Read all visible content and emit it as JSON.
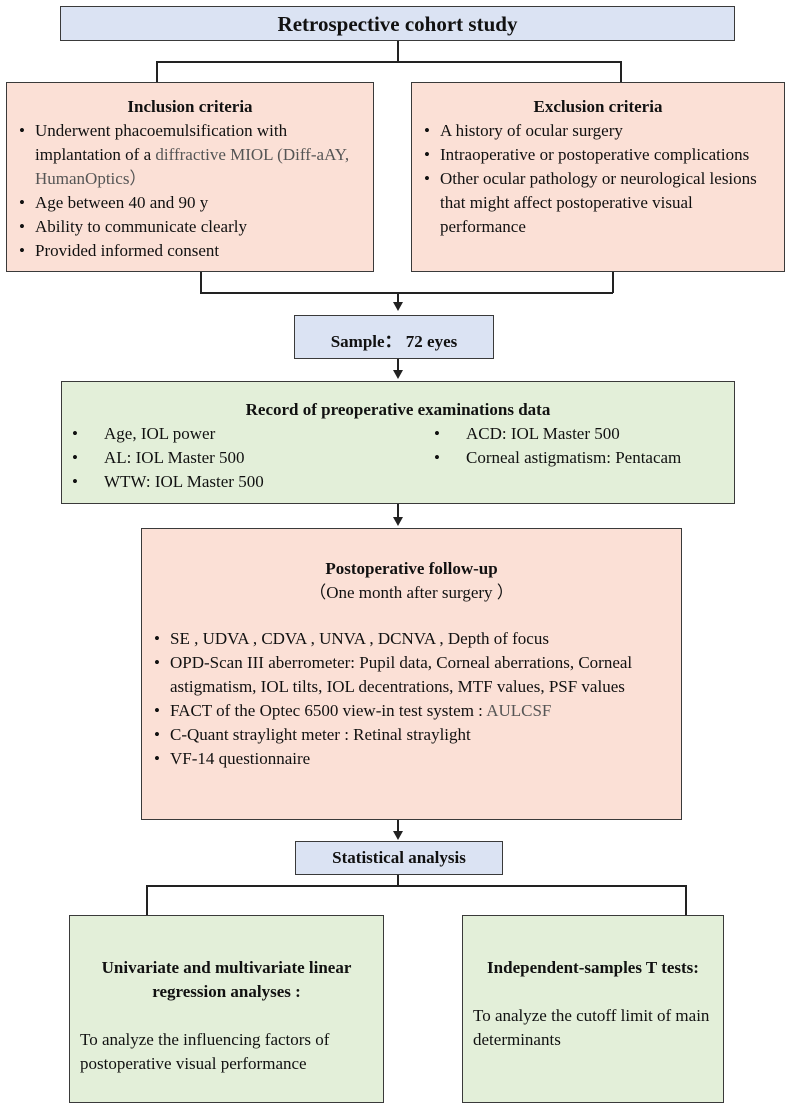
{
  "study_title": "Retrospective cohort study",
  "inclusion": {
    "title": "Inclusion criteria",
    "items": [
      {
        "main": "Underwent phacoemulsification with implantation of a ",
        "gray": "diffractive MIOL (Diff-aAY, HumanOptics）"
      },
      {
        "main": "Age between 40 and 90 y"
      },
      {
        "main": "Ability to communicate clearly"
      },
      {
        "main": "Provided informed consent"
      }
    ]
  },
  "exclusion": {
    "title": "Exclusion criteria",
    "items": [
      "A history of ocular surgery",
      "Intraoperative or postoperative complications",
      "Other ocular pathology or neurological lesions that might affect postoperative visual performance"
    ]
  },
  "sample": "Sample： 72 eyes",
  "preop": {
    "title": "Record of preoperative examinations data",
    "left_items": [
      "Age, IOL power",
      "AL: IOL Master 500",
      "WTW: IOL Master 500"
    ],
    "right_items": [
      "ACD: IOL Master 500",
      "Corneal astigmatism: Pentacam"
    ]
  },
  "followup": {
    "title": "Postoperative follow-up",
    "subtitle": "（One month after surgery ）",
    "items": [
      {
        "main": "SE , UDVA , CDVA , UNVA , DCNVA , Depth of focus"
      },
      {
        "main": "OPD-Scan III aberrometer: Pupil data, Corneal aberrations, Corneal astigmatism, IOL tilts, IOL decentrations, MTF values, PSF values"
      },
      {
        "main": "FACT of the Optec 6500 view-in test system : ",
        "gray": "AULCSF"
      },
      {
        "main": "C-Quant straylight meter : Retinal straylight"
      },
      {
        "main": "VF-14 questionnaire"
      }
    ]
  },
  "stats": "Statistical analysis",
  "regression": {
    "title": "Univariate and multivariate linear regression analyses :",
    "text": "To  analyze the influencing factors of postoperative visual performance"
  },
  "ttest": {
    "title": "Independent-samples T tests:",
    "text": "To  analyze the cutoff limit of main determinants"
  }
}
